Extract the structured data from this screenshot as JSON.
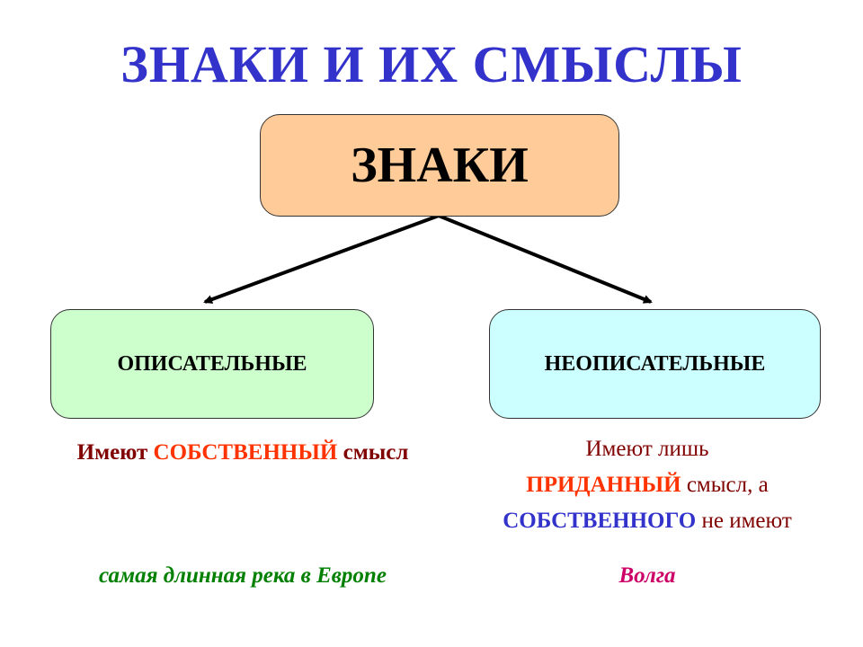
{
  "title": "ЗНАКИ И ИХ СМЫСЛЫ",
  "diagram": {
    "root": {
      "label": "ЗНАКИ",
      "color": "#ffcc99"
    },
    "children": [
      {
        "label": "ОПИСАТЕЛЬНЫЕ",
        "color": "#ccffcc"
      },
      {
        "label": "НЕОПИСАТЕЛЬНЫЕ",
        "color": "#ccffff"
      }
    ]
  },
  "descriptions": {
    "left": {
      "prefix": "Имеют ",
      "highlight": "СОБСТВЕННЫЙ",
      "suffix": " смысл"
    },
    "right": {
      "line1": "Имеют лишь",
      "highlight1": "ПРИДАННЫЙ",
      "line2_suffix": " смысл, а",
      "highlight2": "СОБСТВЕННОГО",
      "line3_suffix": " не имеют"
    }
  },
  "examples": {
    "left": "самая длинная река в Европе",
    "right": "Волга"
  },
  "colors": {
    "title": "#3333cc",
    "emphasis_red": "#ff3300",
    "emphasis_blue": "#3333cc",
    "text_dark_red": "#800000",
    "example_green": "#008000",
    "example_magenta": "#cc0066"
  }
}
